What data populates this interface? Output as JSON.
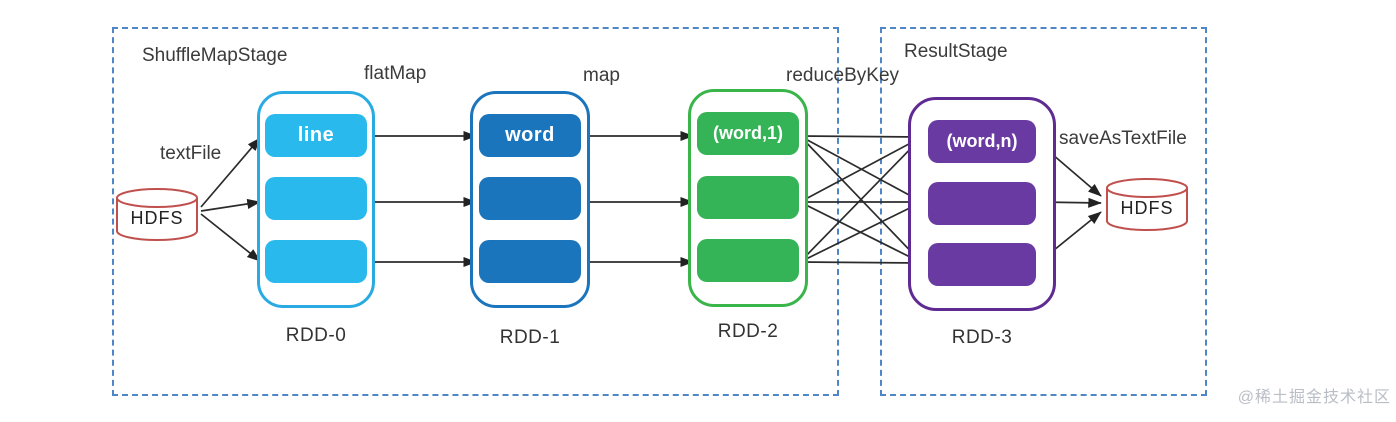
{
  "diagram": {
    "stages": [
      {
        "label": "ShuffleMapStage"
      },
      {
        "label": "ResultStage"
      }
    ],
    "operations": {
      "textFile": "textFile",
      "flatMap": "flatMap",
      "map": "map",
      "reduceByKey": "reduceByKey",
      "saveAsTextFile": "saveAsTextFile"
    },
    "rdds": [
      {
        "label": "RDD-0",
        "partition_text": "line",
        "fill": "#29b9ec",
        "border": "#29abe2",
        "stage": "ShuffleMapStage"
      },
      {
        "label": "RDD-1",
        "partition_text": "word",
        "fill": "#1b75bc",
        "border": "#1b75bc",
        "stage": "ShuffleMapStage"
      },
      {
        "label": "RDD-2",
        "partition_text": "(word,1)",
        "fill": "#34b456",
        "border": "#3ab54a",
        "stage": "ShuffleMapStage"
      },
      {
        "label": "RDD-3",
        "partition_text": "(word,n)",
        "fill": "#6a3aa3",
        "border": "#5f2b93",
        "stage": "ResultStage"
      }
    ],
    "datastores": [
      {
        "label": "HDFS",
        "position": "input"
      },
      {
        "label": "HDFS",
        "position": "output"
      }
    ],
    "colors": {
      "stage_border": "#4f86c6",
      "arrow": "#2b2b2b",
      "datastore_outline": "#c0504d",
      "text": "#3b3b3b",
      "watermark": "#b9bec6"
    },
    "watermark": "@稀土掘金技术社区"
  }
}
